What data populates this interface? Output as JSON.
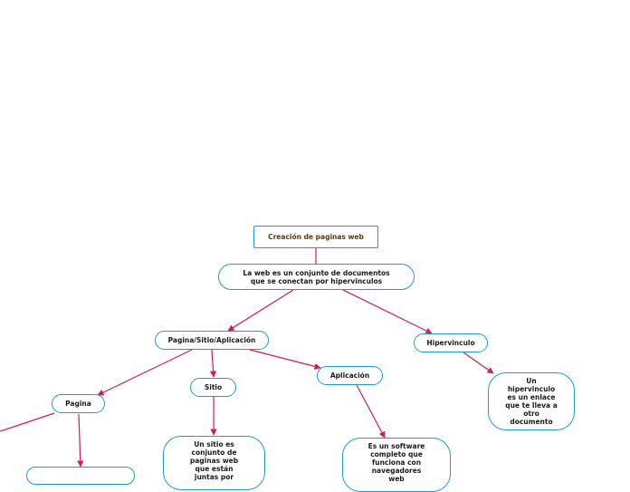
{
  "diagram": {
    "root": "Creación de paginas web",
    "definition": "La web es un conjunto de documentos que se conectan por hipervinculos",
    "branch_psa": "Pagina/Sitio/Aplicación",
    "hipervinculo": "Hipervinculo",
    "hipervinculo_desc": "Un hipervinculo es un enlace que te lleva a otro documento",
    "pagina": "Pagina",
    "sitio": "Sitio",
    "aplicacion": "Aplicación",
    "sitio_desc": "Un sitio es conjunto de paginas web que están juntas por",
    "aplicacion_desc": "Es un software completo que funciona con navegadores web"
  },
  "colors": {
    "border": "#1e9bd7",
    "connector": "#d6185c",
    "root_text": "#5a3a0a"
  }
}
